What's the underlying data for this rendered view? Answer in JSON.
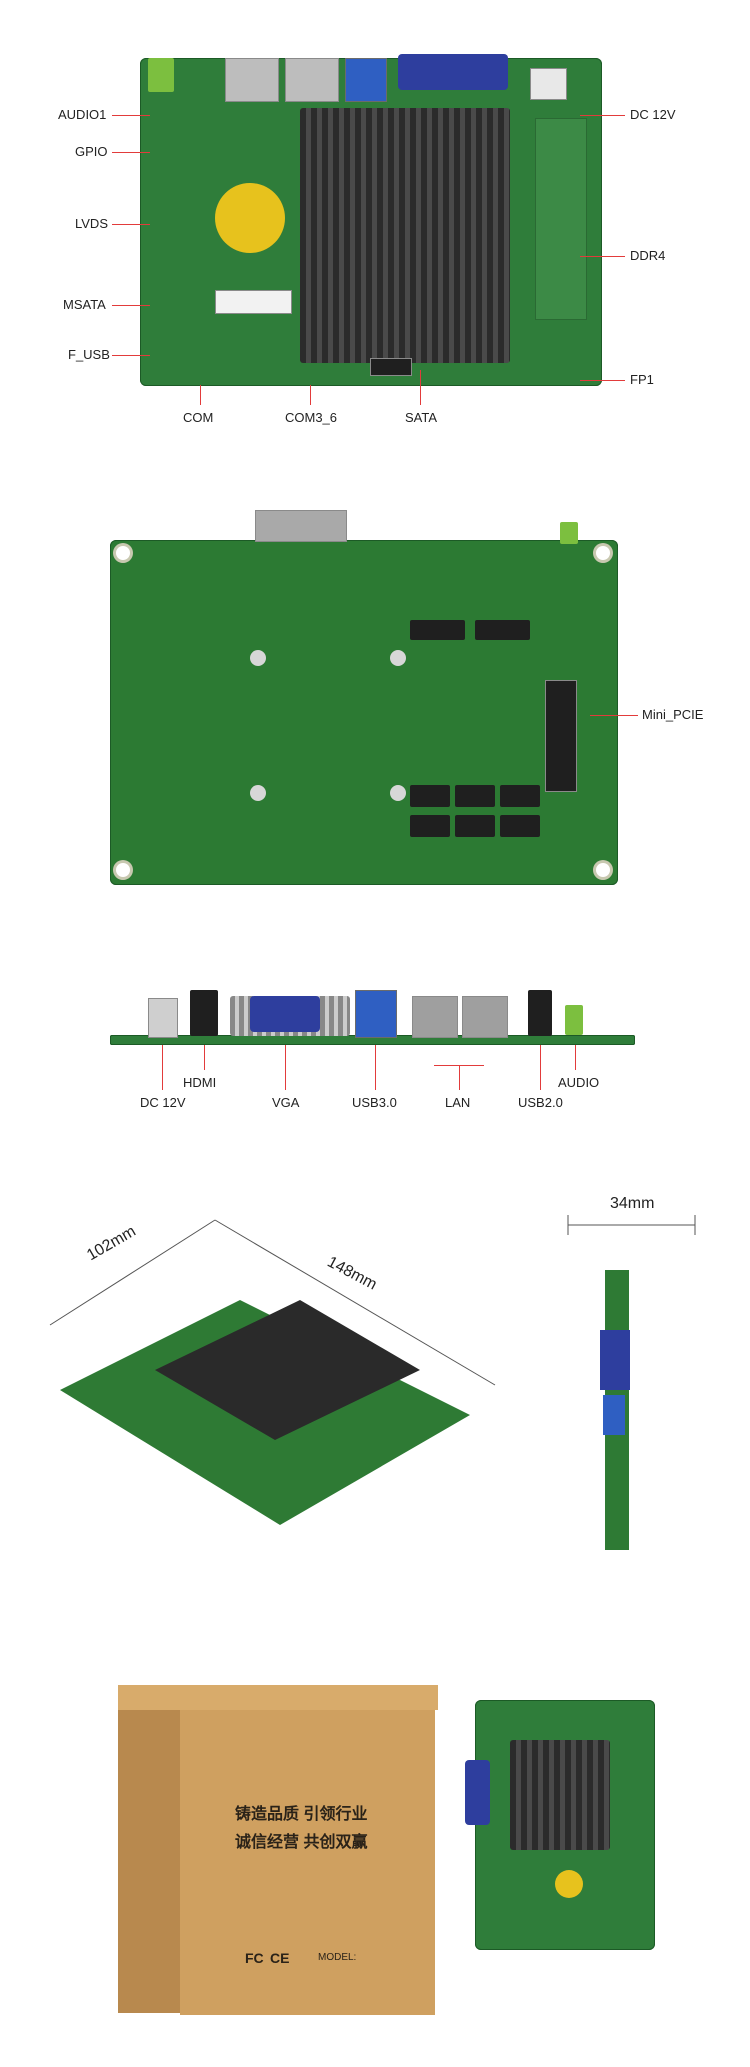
{
  "top_view": {
    "labels": {
      "audio1": "AUDIO1",
      "gpio": "GPIO",
      "lvds": "LVDS",
      "msata": "MSATA",
      "f_usb": "F_USB",
      "com": "COM",
      "com3_6": "COM3_6",
      "sata": "SATA",
      "fp1": "FP1",
      "ddr4": "DDR4",
      "dc12v": "DC 12V"
    }
  },
  "bottom_view": {
    "labels": {
      "mini_pcie": "Mini_PCIE"
    }
  },
  "io_view": {
    "labels": {
      "dc12v": "DC 12V",
      "hdmi": "HDMI",
      "vga": "VGA",
      "usb3": "USB3.0",
      "lan": "LAN",
      "usb2": "USB2.0",
      "audio": "AUDIO"
    }
  },
  "dimensions": {
    "width": "102mm",
    "length": "148mm",
    "height": "34mm"
  },
  "package": {
    "box_text_line1": "铸造品质   引领行业",
    "box_text_line2": "诚信经营   共创双赢",
    "model_label": "MODEL:",
    "fc_mark": "FC",
    "ce_mark": "CE"
  }
}
